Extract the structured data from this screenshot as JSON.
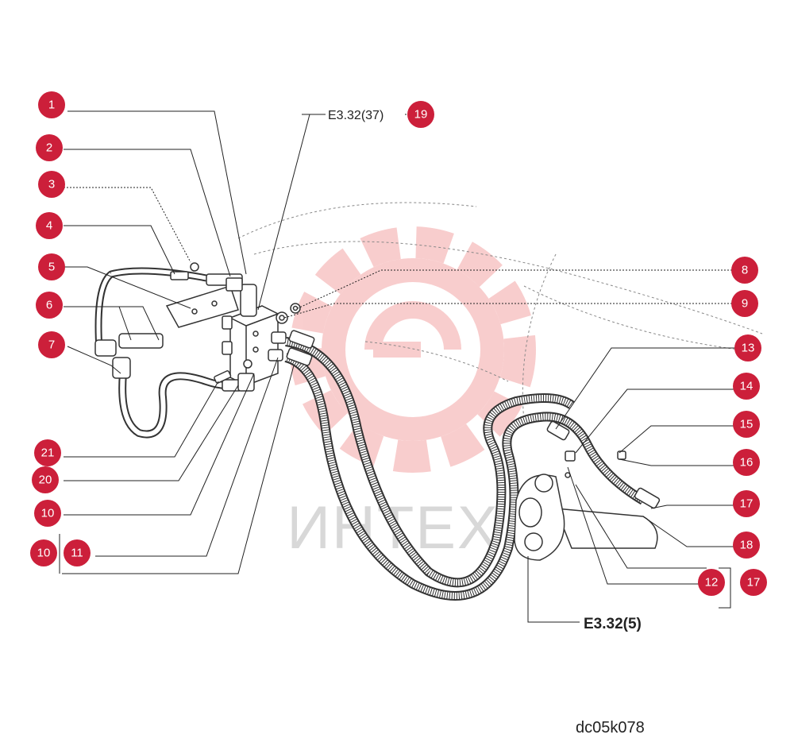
{
  "callout_color": "#cc1f3a",
  "watermark": {
    "text": "ИНТЕХ",
    "color": "#f2a8a8"
  },
  "refs": {
    "top": "E3.32(37)",
    "bottom": "E3.32(5)"
  },
  "drawing_code": "dc05k078",
  "callouts": {
    "c1": "1",
    "c2": "2",
    "c3": "3",
    "c4": "4",
    "c5": "5",
    "c6": "6",
    "c7": "7",
    "c8": "8",
    "c9": "9",
    "c10a": "10",
    "c10b": "10",
    "c11": "11",
    "c12": "12",
    "c13": "13",
    "c14": "14",
    "c15": "15",
    "c16": "16",
    "c17a": "17",
    "c17b": "17",
    "c18": "18",
    "c19": "19",
    "c20": "20",
    "c21": "21"
  }
}
